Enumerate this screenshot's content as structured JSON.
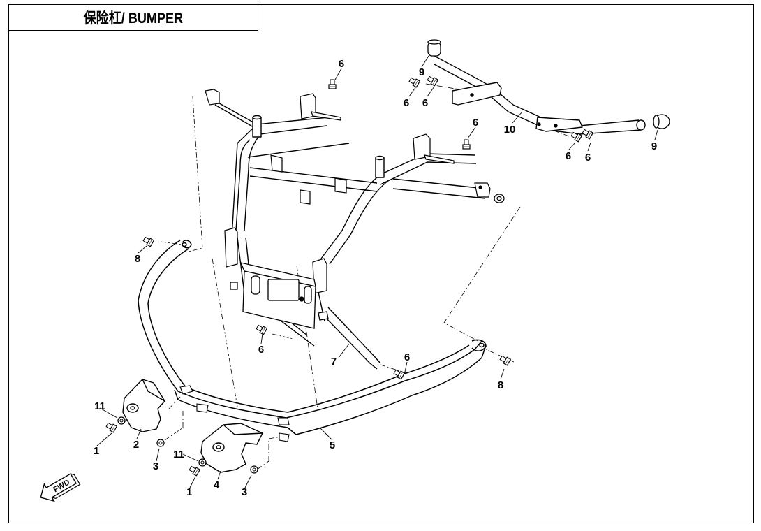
{
  "title": "保险杠/ BUMPER",
  "fwd_label": "FWD",
  "callouts": [
    "1",
    "1",
    "2",
    "3",
    "3",
    "4",
    "5",
    "6",
    "6",
    "6",
    "6",
    "6",
    "6",
    "6",
    "6",
    "7",
    "8",
    "8",
    "9",
    "9",
    "10",
    "11",
    "11"
  ],
  "parts": {
    "bumper_frame": "5",
    "support_bar": "7",
    "rear_bar": "10",
    "skid_cover_left": "2",
    "skid_cover_right": "4"
  }
}
